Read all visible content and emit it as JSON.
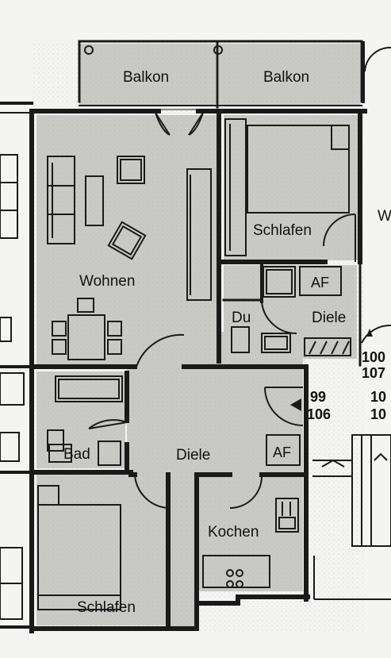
{
  "plan": {
    "rooms": {
      "balkon_left": "Balkon",
      "balkon_right": "Balkon",
      "wohnen": "Wohnen",
      "schlafen_top": "Schlafen",
      "schlafen_bottom": "Schlafen",
      "diele_top": "Diele",
      "diele_main": "Diele",
      "du": "Du",
      "bad": "Bad",
      "kochen": "Kochen"
    },
    "marks": {
      "af_top": "AF",
      "af_bottom": "AF"
    },
    "unit_numbers": {
      "n99": "99",
      "n106": "106",
      "n100": "100",
      "n107": "107",
      "n10a": "10",
      "n10b": "10",
      "edge_w": "W"
    }
  },
  "colors": {
    "paper": "#f4f4f2",
    "floor": "#c9c9c6",
    "wall": "#1a1a1a"
  }
}
